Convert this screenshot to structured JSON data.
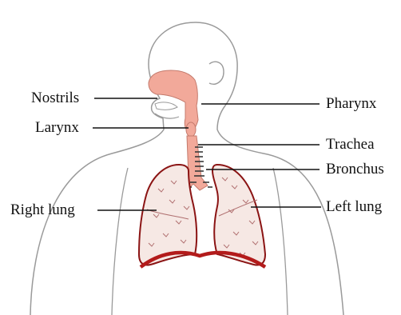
{
  "labels": {
    "nostrils": "Nostrils",
    "larynx": "Larynx",
    "right_lung": "Right lung",
    "pharynx": "Pharynx",
    "trachea": "Trachea",
    "bronchus": "Bronchus",
    "left_lung": "Left lung"
  },
  "colors": {
    "body_outline": "#9a9a9a",
    "airway_fill": "#f2a99a",
    "lung_fill": "#f6e8e4",
    "lung_outline": "#8b1414",
    "diaphragm": "#b31b1b",
    "leader_line": "#111111",
    "trachea_ring": "#3a3a3a"
  }
}
